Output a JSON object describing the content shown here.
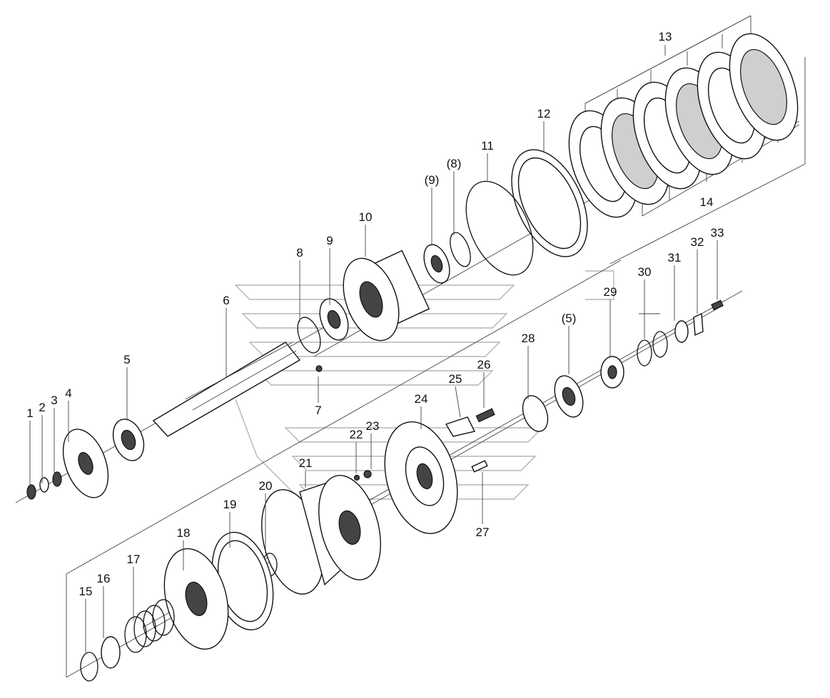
{
  "diagram": {
    "labels": [
      "1",
      "2",
      "3",
      "4",
      "5",
      "6",
      "7",
      "8",
      "9",
      "10",
      "11",
      "(8)",
      "(9)",
      "12",
      "13",
      "14",
      "15",
      "16",
      "17",
      "18",
      "19",
      "20",
      "21",
      "22",
      "23",
      "24",
      "25",
      "26",
      "27",
      "28",
      "(5)",
      "29",
      "30",
      "31",
      "32",
      "33"
    ]
  }
}
